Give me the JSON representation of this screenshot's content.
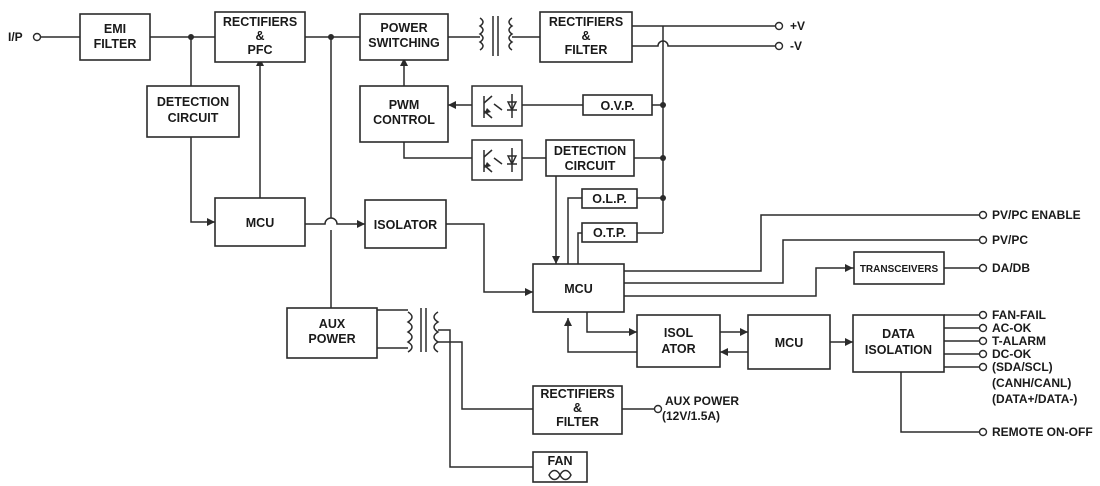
{
  "blocks": {
    "emi": [
      "EMI",
      "FILTER"
    ],
    "rect_pfc": [
      "RECTIFIERS",
      "&",
      "PFC"
    ],
    "power_sw": [
      "POWER",
      "SWITCHING"
    ],
    "rect_filter_out": [
      "RECTIFIERS",
      "&",
      "FILTER"
    ],
    "detect1": [
      "DETECTION",
      "CIRCUIT"
    ],
    "pwm": [
      "PWM",
      "CONTROL"
    ],
    "ovp": [
      "O.V.P."
    ],
    "detect2": [
      "DETECTION",
      "CIRCUIT"
    ],
    "olp": [
      "O.L.P."
    ],
    "otp": [
      "O.T.P."
    ],
    "mcu1": [
      "MCU"
    ],
    "isolator": [
      "ISOLATOR"
    ],
    "mcu_main": [
      "MCU"
    ],
    "transceivers": [
      "TRANSCEIVERS"
    ],
    "aux_power": [
      "AUX",
      "POWER"
    ],
    "isol_ator": [
      "ISOL",
      "ATOR"
    ],
    "mcu3": [
      "MCU"
    ],
    "data_isolation": [
      "DATA",
      "ISOLATION"
    ],
    "rect_filter_aux": [
      "RECTIFIERS",
      "&",
      "FILTER"
    ],
    "fan": [
      "FAN"
    ]
  },
  "ports": {
    "input": "I/P",
    "pos_out": "+V",
    "neg_out": "-V",
    "pv_pc_enable": "PV/PC ENABLE",
    "pv_pc": "PV/PC",
    "da_db": "DA/DB",
    "fan_fail": "FAN-FAIL",
    "ac_ok": "AC-OK",
    "t_alarm": "T-ALARM",
    "dc_ok": "DC-OK",
    "sda_scl": "(SDA/SCL)",
    "canh_canl": "(CANH/CANL)",
    "data_pm": "(DATA+/DATA-)",
    "remote": "REMOTE ON-OFF",
    "aux_out_1": "AUX POWER",
    "aux_out_2": "(12V/1.5A)"
  }
}
